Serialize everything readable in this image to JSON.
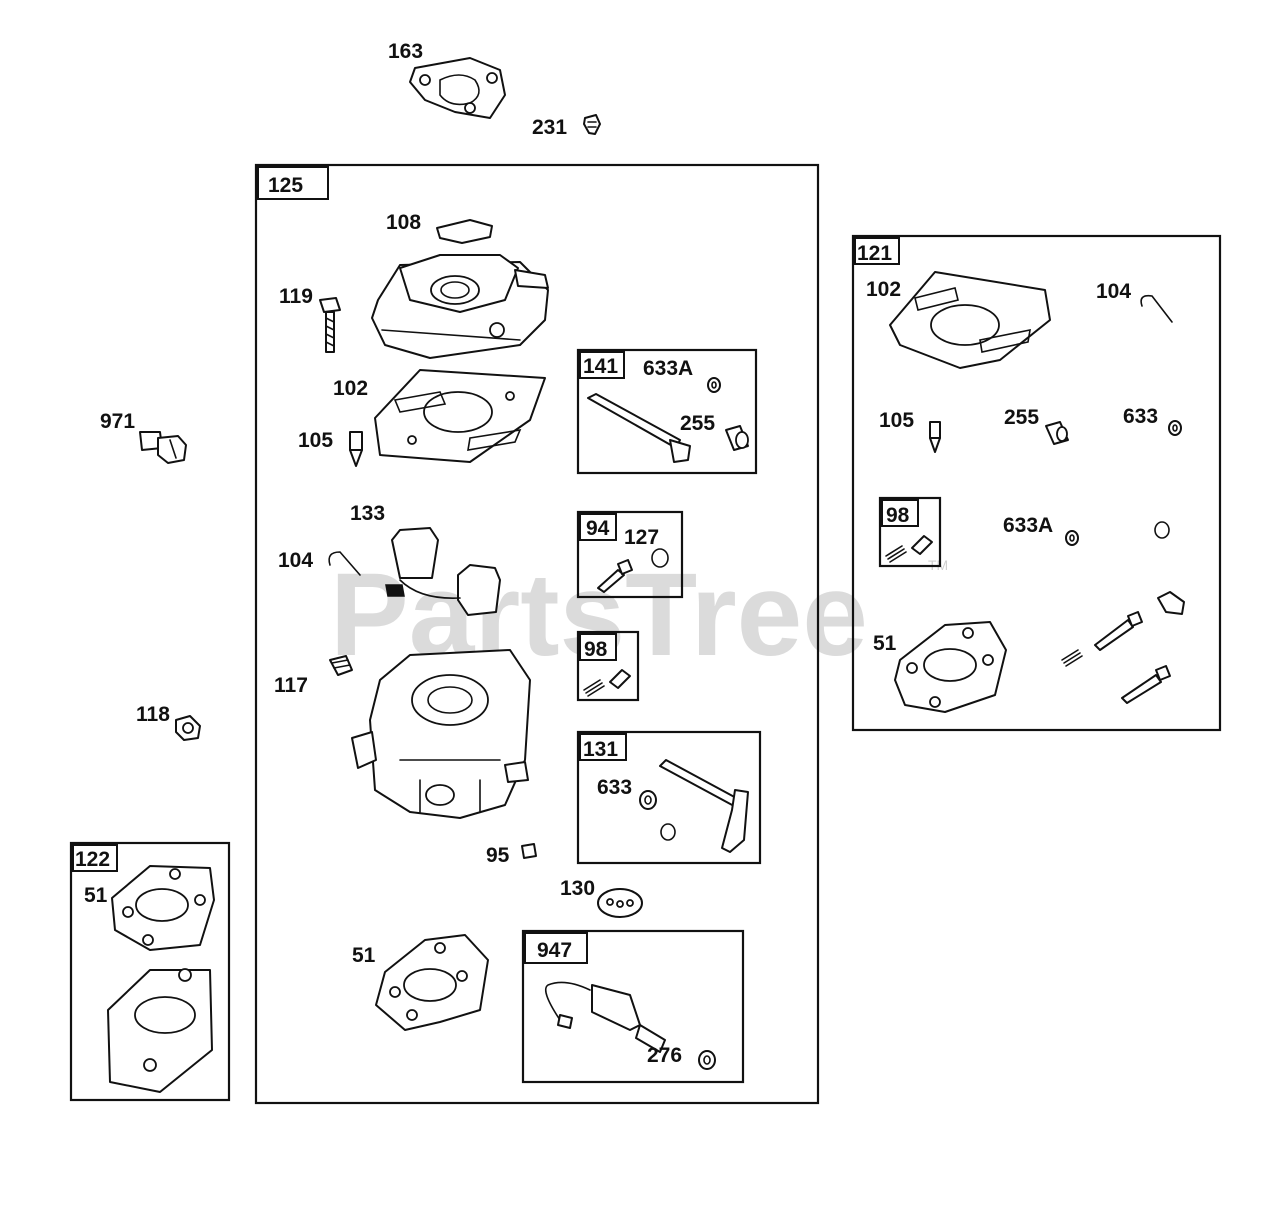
{
  "watermark": {
    "text": "PartsTree",
    "trademark": "TM"
  },
  "labels": {
    "p163": "163",
    "p231": "231",
    "p971": "971",
    "p118": "118",
    "b125": "125",
    "p108": "108",
    "p119": "119",
    "p102": "102",
    "p105": "105",
    "p133": "133",
    "p104": "104",
    "p117": "117",
    "p95": "95",
    "p130": "130",
    "p51": "51",
    "b141": "141",
    "p633A_141": "633A",
    "p255_141": "255",
    "b94": "94",
    "p127": "127",
    "b98": "98",
    "b131": "131",
    "p633_131": "633",
    "b947": "947",
    "p276": "276",
    "b122": "122",
    "p51_122": "51",
    "b121": "121",
    "p102_121": "102",
    "p104_121": "104",
    "p105_121": "105",
    "p255_121": "255",
    "p633_121": "633",
    "b98_121": "98",
    "p633A_121": "633A",
    "p51_121": "51"
  }
}
